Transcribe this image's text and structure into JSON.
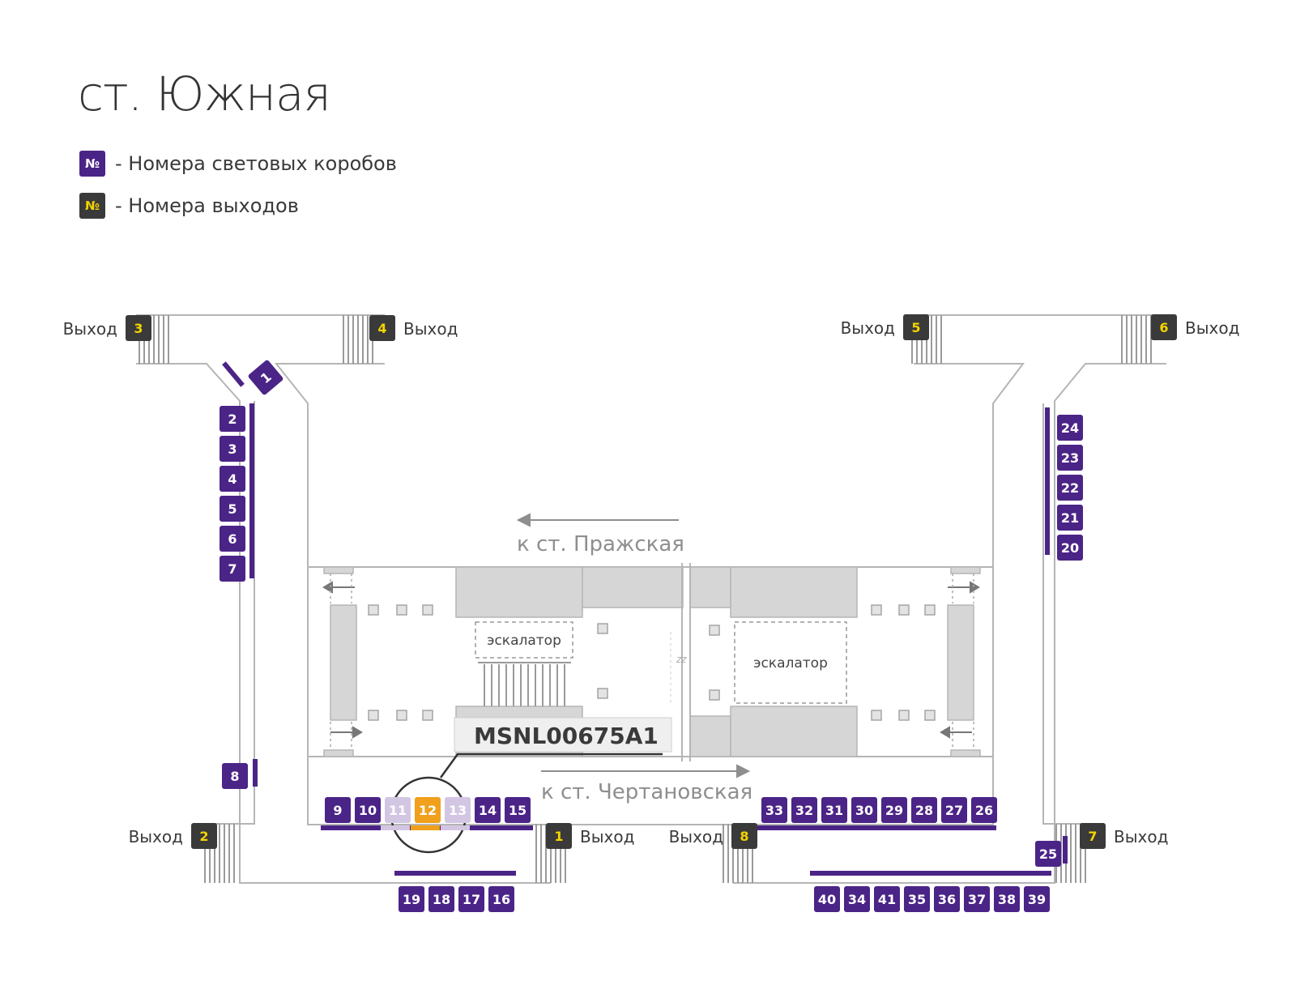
{
  "title": "ст. Южная",
  "legend": [
    {
      "symbol": "№",
      "text": "- Номера световых коробов",
      "bg": "#4b2487",
      "fg": "#ffffff"
    },
    {
      "symbol": "№",
      "text": "- Номера выходов",
      "bg": "#3a3a3a",
      "fg": "#f4d400"
    }
  ],
  "colors": {
    "lightbox": "#4b2487",
    "lightbox_faded": "#d3c6e3",
    "highlight": "#f0a01c",
    "exit_bg": "#3a3a3a",
    "exit_fg": "#f4d400",
    "wall": "#b5b5b5",
    "block": "#d6d6d6"
  },
  "exit_word": "Выход",
  "exits": [
    "1",
    "2",
    "3",
    "4",
    "5",
    "6",
    "7",
    "8"
  ],
  "directions": {
    "upper": "к ст. Пражская",
    "lower": "к ст. Чертановская"
  },
  "escalator_label": "эскалатор",
  "highlight": {
    "code": "MSNL00675A1",
    "box": "12"
  },
  "faded_boxes": [
    "11",
    "13"
  ],
  "lightboxes": [
    "1",
    "2",
    "3",
    "4",
    "5",
    "6",
    "7",
    "8",
    "9",
    "10",
    "11",
    "12",
    "13",
    "14",
    "15",
    "16",
    "17",
    "18",
    "19",
    "20",
    "21",
    "22",
    "23",
    "24",
    "25",
    "26",
    "27",
    "28",
    "29",
    "30",
    "31",
    "32",
    "33",
    "34",
    "35",
    "36",
    "37",
    "38",
    "39",
    "40",
    "41"
  ],
  "decor_text": "zz"
}
